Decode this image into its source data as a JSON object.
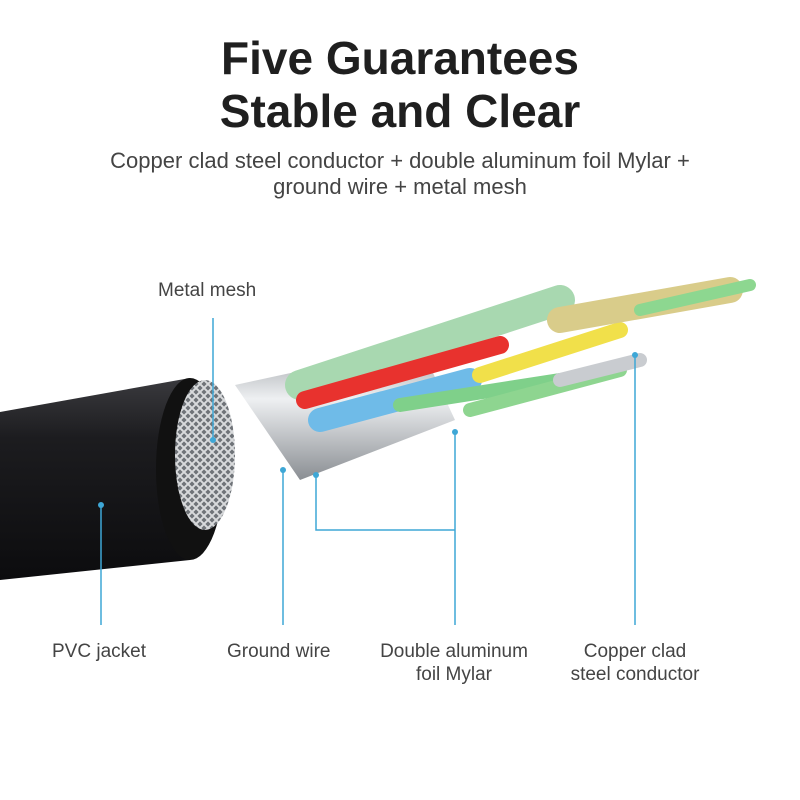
{
  "header": {
    "title_line1": "Five Guarantees",
    "title_line2": "Stable and Clear",
    "subtitle_line1": "Copper clad steel conductor + double aluminum foil Mylar +",
    "subtitle_line2": "ground wire + metal mesh"
  },
  "labels": {
    "metal_mesh": "Metal mesh",
    "pvc_jacket": "PVC jacket",
    "ground_wire": "Ground wire",
    "foil_line1": "Double aluminum",
    "foil_line2": "foil Mylar",
    "conductor_line1": "Copper clad",
    "conductor_line2": "steel conductor"
  },
  "colors": {
    "callout": "#3ea7d6",
    "jacket": "#1b1b1d",
    "title": "#1f1f1f"
  }
}
